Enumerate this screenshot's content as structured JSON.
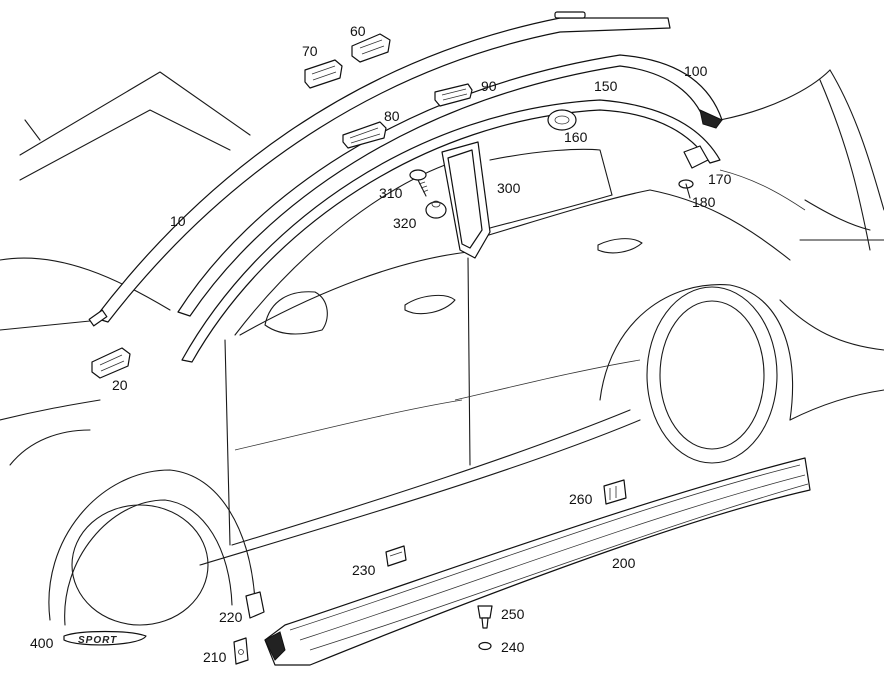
{
  "callouts": {
    "c10": "10",
    "c20": "20",
    "c60": "60",
    "c70": "70",
    "c80": "80",
    "c90": "90",
    "c100": "100",
    "c150": "150",
    "c160": "160",
    "c170": "170",
    "c180": "180",
    "c200": "200",
    "c210": "210",
    "c220": "220",
    "c230": "230",
    "c240": "240",
    "c250": "250",
    "c260": "260",
    "c300": "300",
    "c310": "310",
    "c320": "320",
    "c400": "400"
  },
  "badge_text": "SPORT"
}
